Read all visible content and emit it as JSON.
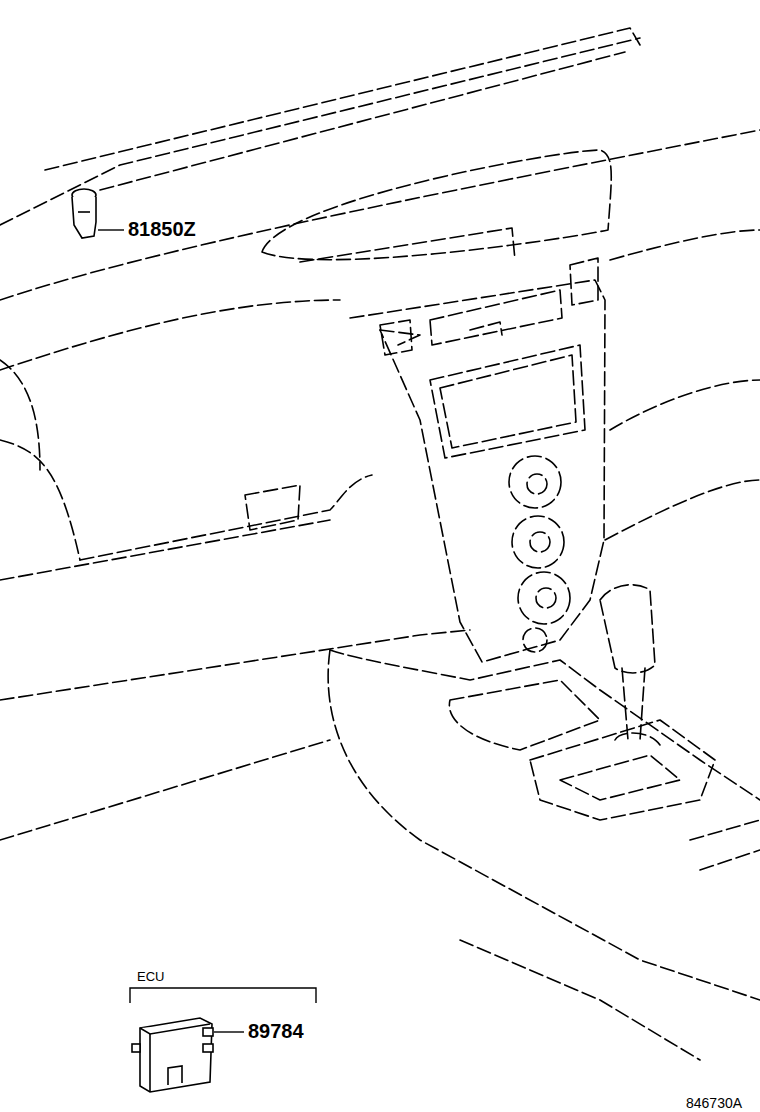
{
  "diagram": {
    "labels": [
      "81850Z",
      "ECU",
      "89784",
      "846730A"
    ]
  }
}
